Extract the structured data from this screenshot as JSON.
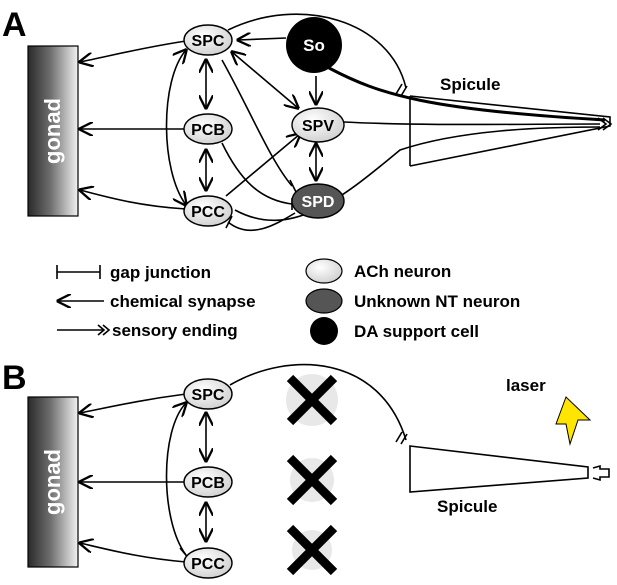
{
  "panels": [
    {
      "letter": "A"
    },
    {
      "letter": "B"
    }
  ],
  "gonad_label": "gonad",
  "spicule_label": "Spicule",
  "laser_label": "laser",
  "nodes": {
    "spc": "SPC",
    "pcb": "PCB",
    "pcc": "PCC",
    "spv": "SPV",
    "spd": "SPD",
    "so": "So"
  },
  "legend": {
    "gap_junction": "gap junction",
    "chemical_synapse": "chemical synapse",
    "sensory_ending": "sensory ending",
    "ach_neuron": "ACh neuron",
    "unknown_nt_neuron": "Unknown NT neuron",
    "da_support_cell": "DA support cell"
  },
  "colors": {
    "ach_fill": "#e4e4e4",
    "unknown_fill": "#555555",
    "da_fill": "#000000",
    "laser": "#ffe500",
    "ablated_circle": "#e8e8e8"
  },
  "ablated_cells_count": 3
}
